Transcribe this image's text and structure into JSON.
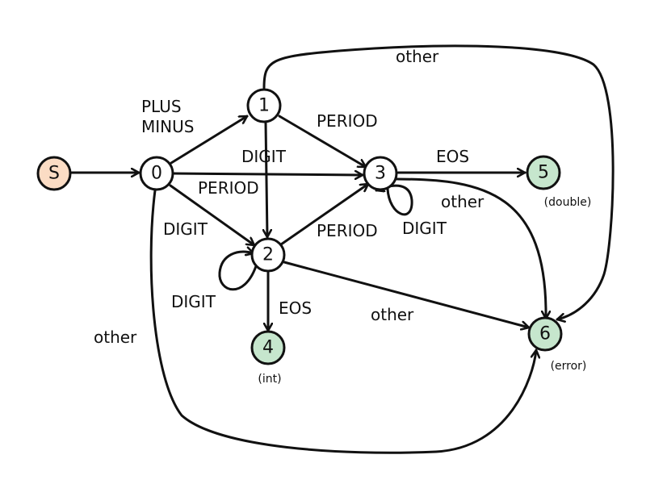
{
  "colors": {
    "start_fill": "#fbdcc4",
    "state_fill": "#ffffff",
    "accept_fill": "#c6e6cd",
    "stroke": "#111111"
  },
  "nodes": {
    "S": "S",
    "n0": "0",
    "n1": "1",
    "n2": "2",
    "n3": "3",
    "n4": "4",
    "n5": "5",
    "n6": "6"
  },
  "node_captions": {
    "n4": "(int)",
    "n5": "(double)",
    "n6": "(error)"
  },
  "edge_labels": {
    "plus": "PLUS",
    "minus": "MINUS",
    "n1_n3": "PERIOD",
    "n1_n2": "DIGIT",
    "n0_n3": "PERIOD",
    "n0_n2": "DIGIT",
    "n2_n3": "PERIOD",
    "n3_loop": "DIGIT",
    "n2_loop": "DIGIT",
    "n3_n5": "EOS",
    "n3_n6": "other",
    "n2_n4": "EOS",
    "n2_n6": "other",
    "n1_n6": "other",
    "n0_n6": "other"
  }
}
